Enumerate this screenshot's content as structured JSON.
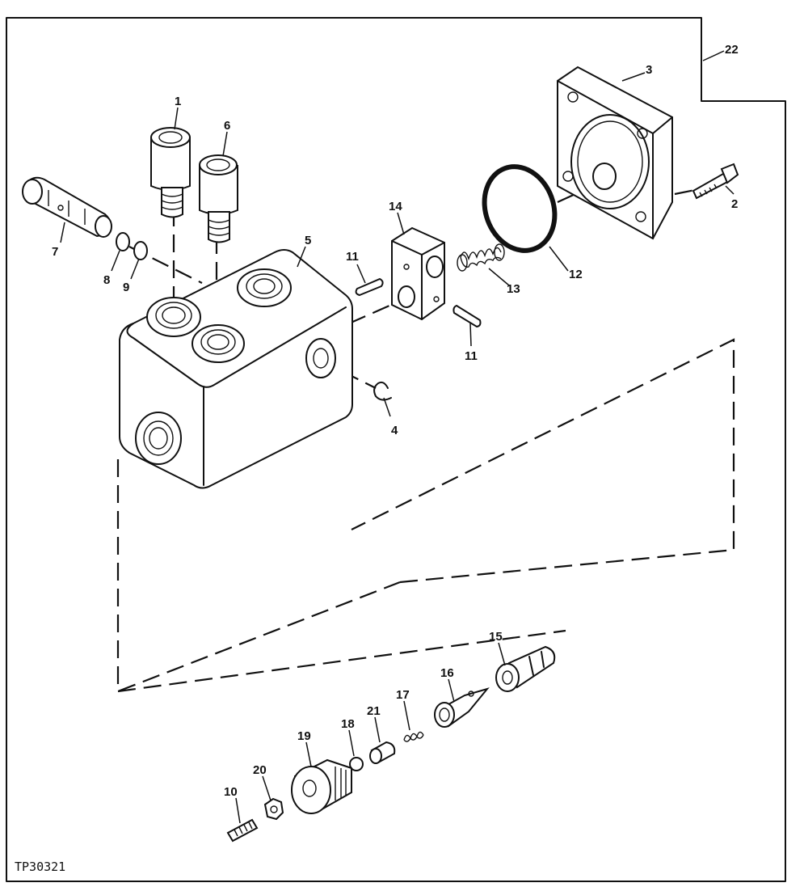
{
  "figure_code": "TP30321",
  "callouts": {
    "c1": "1",
    "c2": "2",
    "c3": "3",
    "c4": "4",
    "c5": "5",
    "c6": "6",
    "c7": "7",
    "c8": "8",
    "c9": "9",
    "c10": "10",
    "c11a": "11",
    "c11b": "11",
    "c12": "12",
    "c13": "13",
    "c14": "14",
    "c15": "15",
    "c16": "16",
    "c17": "17",
    "c18": "18",
    "c19": "19",
    "c20": "20",
    "c21": "21",
    "c22": "22"
  }
}
